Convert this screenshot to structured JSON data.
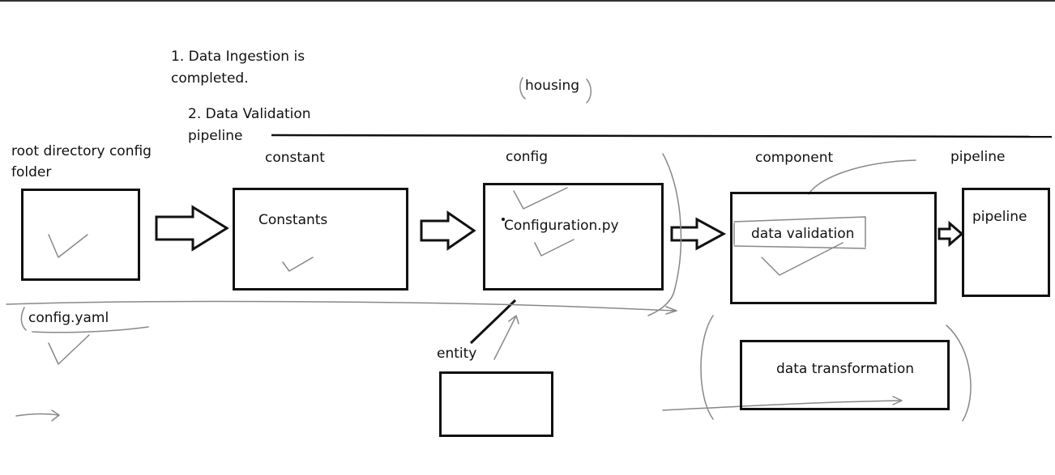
{
  "notes": {
    "note1_line1": "1. Data Ingestion is",
    "note1_line2": "completed.",
    "note2_line1": "2. Data Validation",
    "note2_line2": "pipeline",
    "housing": "housing"
  },
  "headers": {
    "root_line1": "root directory config",
    "root_line2": "folder",
    "constant": "constant",
    "config": "config",
    "component": "component",
    "pipeline": "pipeline"
  },
  "boxes": {
    "constants": "Constants",
    "configuration": "Configuration.py",
    "data_validation": "data validation",
    "pipeline": "pipeline",
    "data_transformation": "data transformation"
  },
  "labels": {
    "config_yaml": "config.yaml",
    "entity": "entity"
  }
}
